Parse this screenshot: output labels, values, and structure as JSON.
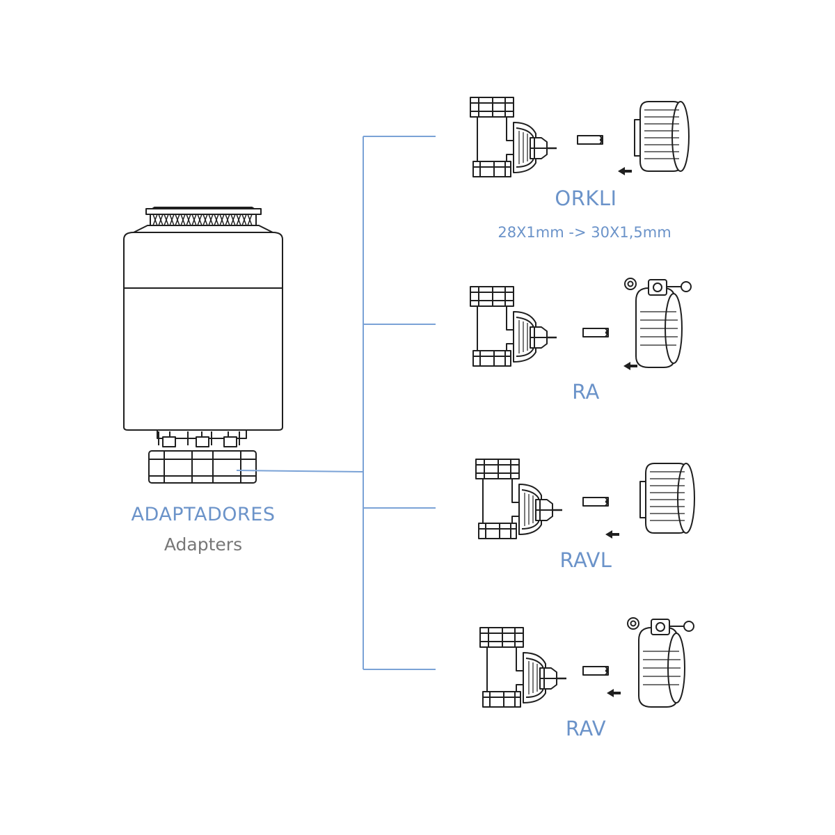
{
  "colors": {
    "label_blue": "#6b93c9",
    "label_grey": "#777777",
    "connector_blue": "#7aa2d6",
    "drawing_stroke": "#1f1f1f",
    "background": "#ffffff"
  },
  "thermostat": {
    "icon": "thermostat-actuator-icon",
    "label": "ADAPTADORES",
    "sublabel": "Adapters"
  },
  "valves": [
    {
      "name": "ORKLI",
      "spec": "28X1mm -> 30X1,5mm",
      "valve_icon": "valve-body-icon",
      "pin_icon": "pin-icon",
      "adapter_icon": "threaded-ring-adapter-icon"
    },
    {
      "name": "RA",
      "valve_icon": "valve-body-icon",
      "pin_icon": "pin-icon",
      "adapter_icon": "clamp-adapter-icon"
    },
    {
      "name": "RAVL",
      "valve_icon": "valve-body-icon",
      "pin_icon": "pin-icon",
      "adapter_icon": "threaded-ring-adapter-icon"
    },
    {
      "name": "RAV",
      "valve_icon": "valve-body-icon",
      "pin_icon": "pin-icon",
      "adapter_icon": "clamp-adapter-icon"
    }
  ]
}
